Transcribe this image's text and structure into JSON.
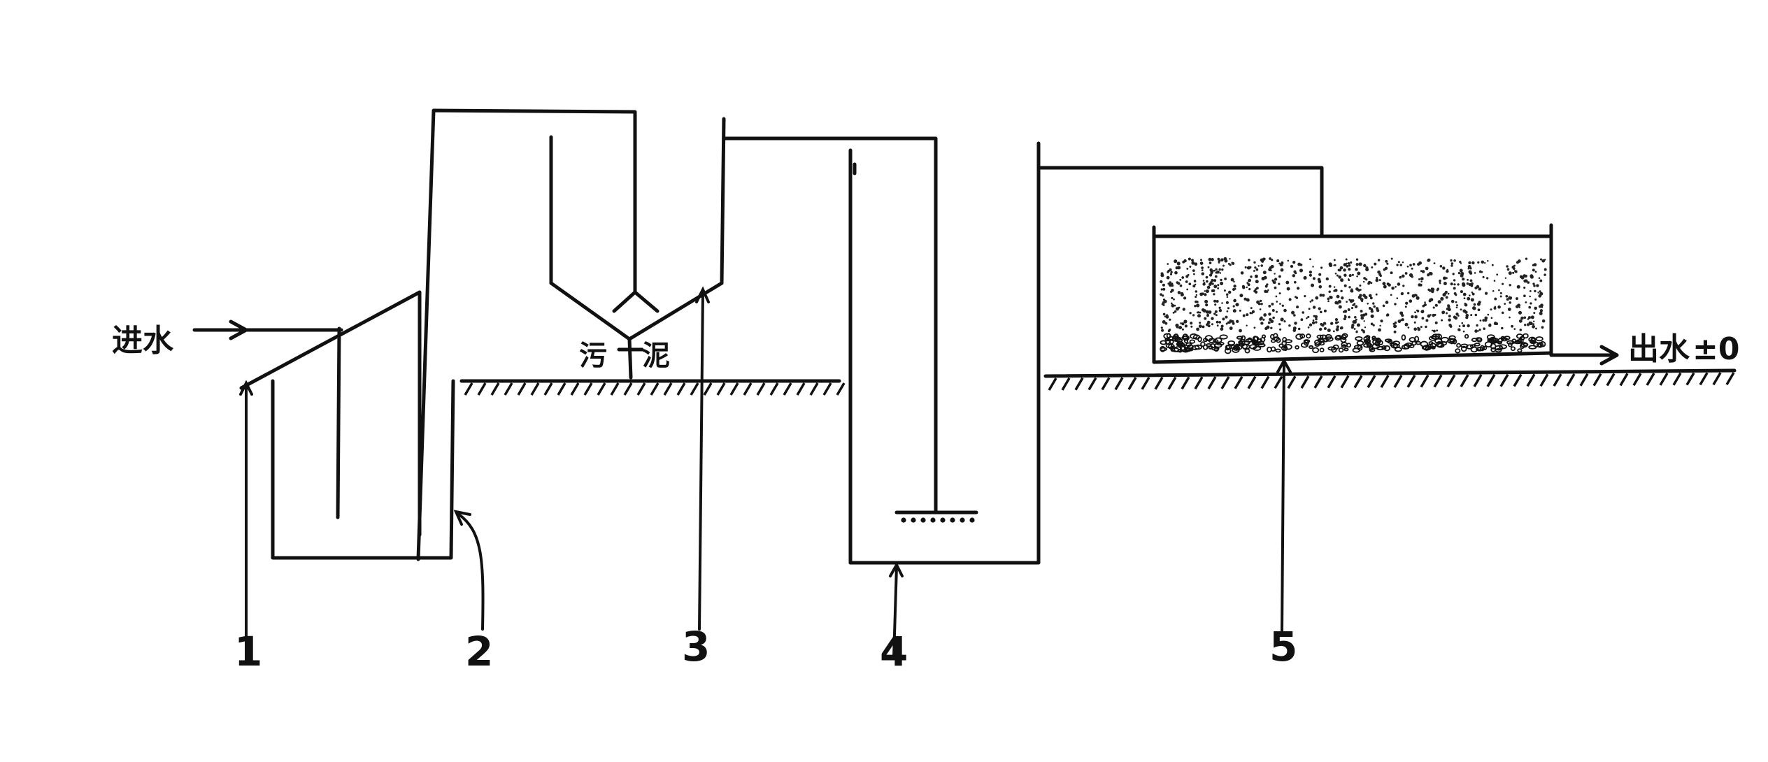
{
  "labels": {
    "inlet": "进水",
    "outlet": "出水",
    "elevation": "±0",
    "sludge_left": "污",
    "sludge_right": "泥"
  },
  "parts": [
    "1",
    "2",
    "3",
    "4",
    "5"
  ]
}
